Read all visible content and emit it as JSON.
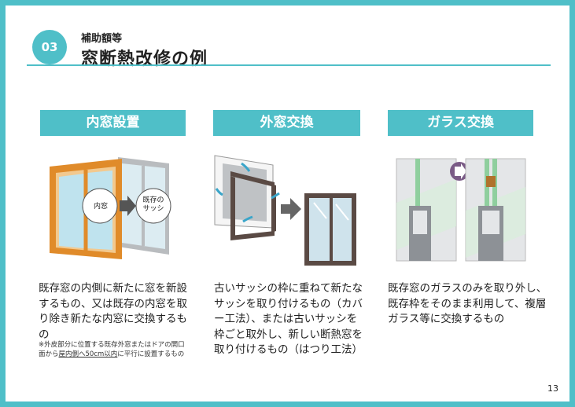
{
  "section": {
    "number": "03",
    "subtitle": "補助額等",
    "title": "窓断熱改修の例"
  },
  "columns": [
    {
      "heading": "内窓設置",
      "labels": {
        "left": "内窓",
        "right": "既存の\nサッシ"
      },
      "description": "既存窓の内側に新たに窓を新設するもの、又は既存の内窓を取り除き新たな内窓に交換するもの",
      "note": {
        "before": "※外皮部分に位置する既存外窓またはドアの開口面から",
        "underlined": "屋内側へ50cm以内",
        "after": "に平行に設置するもの"
      }
    },
    {
      "heading": "外窓交換",
      "description": "古いサッシの枠に重ねて新たなサッシを取り付けるもの（カバー工法）、または古いサッシを枠ごと取外し、新しい断熱窓を取り付けるもの（はつり工法）"
    },
    {
      "heading": "ガラス交換",
      "description": "既存窓のガラスのみを取り外し、既存枠をそのまま利用して、複層ガラス等に交換するもの"
    }
  ],
  "colors": {
    "accent": "#4fbfc8",
    "frame_wood": "#e08b2a",
    "frame_dark": "#5a4a44",
    "glass": "#cfe9f2",
    "arrow_purple": "#7a5b86"
  },
  "page_number": "13"
}
